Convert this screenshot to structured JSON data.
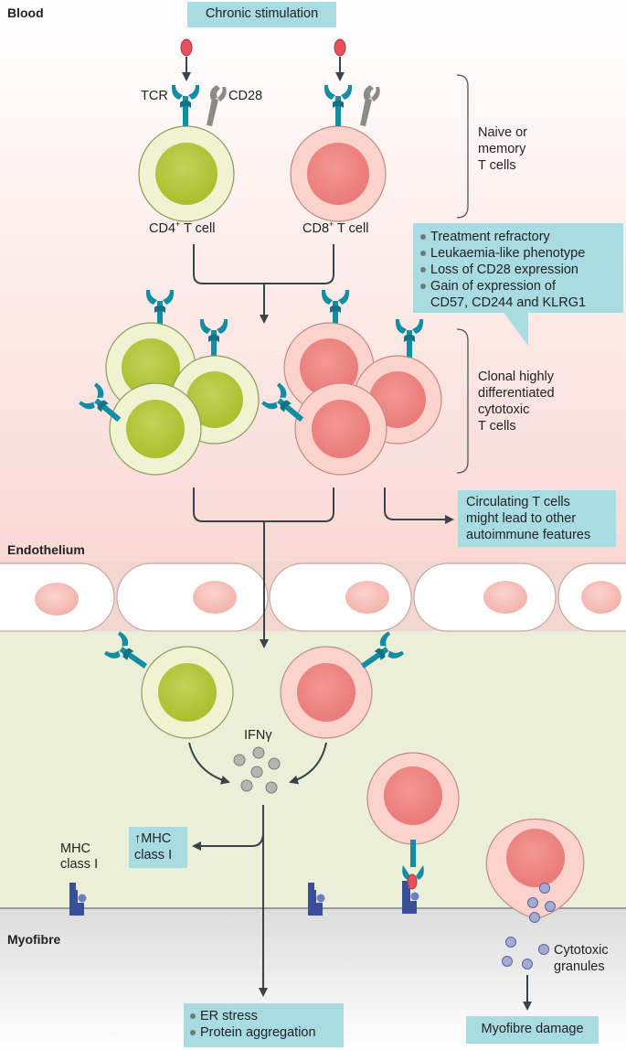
{
  "regions": {
    "blood": "Blood",
    "endothelium": "Endothelium",
    "myofibre": "Myofibre"
  },
  "top": {
    "stimulus": "Chronic stimulation",
    "tcr": "TCR",
    "cd28": "CD28",
    "cd4": "CD4",
    "cd8": "CD8",
    "sup": "+",
    "tcell": " T cell",
    "naive": [
      "Naive or",
      "memory",
      "T cells"
    ]
  },
  "features": [
    "Treatment refractory",
    "Leukaemia-like phenotype",
    "Loss of CD28 expression",
    "Gain of expression of",
    "CD57, CD244 and KLRG1"
  ],
  "clonal": [
    "Clonal highly",
    "differentiated",
    "cytotoxic",
    "T cells"
  ],
  "circulating": [
    "Circulating T cells",
    "might lead to other",
    "autoimmune features"
  ],
  "muscle": {
    "ifn": "IFNγ",
    "mhc": [
      "MHC",
      "class I"
    ],
    "mhc_up_arrow": "↑",
    "mhc_up": [
      "MHC",
      "class I"
    ],
    "granules": [
      "Cytotoxic",
      "granules"
    ],
    "stress": [
      "ER stress",
      "Protein aggregation"
    ],
    "damage": "Myofibre damage"
  },
  "colors": {
    "cd4_outer": "#eff3cf",
    "cd4_inner": "#b7ca3e",
    "cd8_outer": "#fbd2cc",
    "cd8_inner": "#ef8a87",
    "receptor": "#138da3",
    "cd28": "#8c8c86",
    "antigen": "#e94f5a",
    "box": "#a9dbe3",
    "arrow": "#3a4349",
    "mhc": "#3b4f98",
    "granule": "#a3aad6"
  }
}
